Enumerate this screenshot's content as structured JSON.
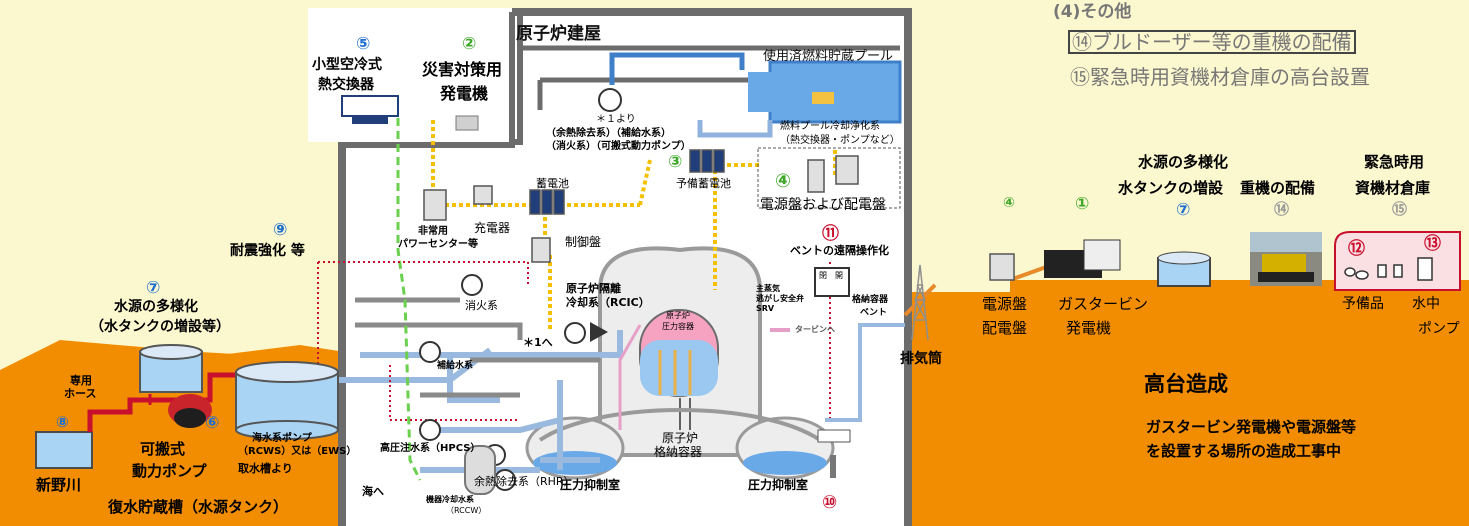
{
  "colors": {
    "ground": "#f28c00",
    "background": "#fbf7ce",
    "building_wall": "#7a7a7a",
    "water": "#aad4f4",
    "pipe": "#9ab9de",
    "yellow_line": "#f5c000",
    "green_line": "#6ad04d",
    "red_line": "#c8102e",
    "warehouse": "#fbe0e3"
  },
  "others": {
    "header": "(4)その他",
    "item14": "⑭ブルドーザー等の重機の配備",
    "item15": "⑮緊急時用資機材倉庫の高台設置"
  },
  "building": {
    "title": "原子炉建屋",
    "spent_fuel_pool": "使用済燃料貯蔵プール"
  },
  "left": {
    "n5": "⑤",
    "air_hx": [
      "小型空冷式",
      "熱交換器"
    ],
    "n2": "②",
    "generator": [
      "災害対策用",
      "発電機"
    ],
    "n9": "⑨",
    "seismic": "耐震強化 等",
    "n7": "⑦",
    "water_div": [
      "水源の多様化",
      "（水タンクの増設等）"
    ],
    "hose": [
      "専用",
      "ホース"
    ],
    "n8": "⑧",
    "river": "新野川",
    "pump": [
      "可搬式",
      "動力ポンプ"
    ],
    "n6": "⑥",
    "condensate": "復水貯蔵槽（水源タンク）"
  },
  "inside": {
    "from1": [
      "＊１より",
      "（余熱除去系）（補給水系）",
      "（消火系）（可搬式動力ポンプ）"
    ],
    "fuel_pool_cleanup": [
      "燃料プール冷却浄化系",
      "（熱交換器・ポンプなど）"
    ],
    "n3": "③",
    "spare_battery": "予備蓄電池",
    "n4": "④",
    "switchgear": "電源盤および配電盤",
    "emergency_bus": [
      "非常用",
      "パワーセンター等"
    ],
    "charger": "充電器",
    "battery": "蓄電池",
    "control_panel": "制御盤",
    "n11": "⑪",
    "vent_remote": "ベントの遠隔操作化",
    "valve_open": "閉",
    "valve_close": "開",
    "main_steam": [
      "主蒸気",
      "逃がし安全弁",
      "SRV"
    ],
    "to_turbine": "タービンへ",
    "containment_vent": [
      "格納容器",
      "ベント"
    ],
    "fire": "消火系",
    "rcic": [
      "原子炉隔離",
      "冷却系（RCIC）"
    ],
    "to_star1": "＊1へ",
    "rpv": [
      "原子炉",
      "圧力容器"
    ],
    "mw": "補給水系",
    "hpcs": "高圧注水系（HPCS）",
    "seawater_pump": [
      "海水系ポンプ",
      "（RCWS）又は（EWS）"
    ],
    "intake": "取水槽より",
    "to_sea": "海へ",
    "rccw": [
      "機器冷却水系",
      "（RCCW）"
    ],
    "rhr": "余熱除去系（RHR）",
    "suppression_l": "圧力抑制室",
    "containment": [
      "原子炉",
      "格納容器"
    ],
    "suppression_r": "圧力抑制室",
    "n10": "⑩",
    "stack": "排気筒"
  },
  "right": {
    "n4": "④",
    "n1": "①",
    "water_div": [
      "水源の多様化",
      "水タンクの増設"
    ],
    "n7": "⑦",
    "heavy": "重機の配備",
    "n14": "⑭",
    "warehouse": [
      "緊急時用",
      "資機材倉庫"
    ],
    "n15": "⑮",
    "n12": "⑫",
    "n13": "⑬",
    "panel": [
      "電源盤",
      "配電盤"
    ],
    "gt": [
      "ガスタービン",
      "発電機"
    ],
    "spare": "予備品",
    "sub_pump": [
      "水中",
      "ポンプ"
    ],
    "highland": "高台造成",
    "highland_desc": [
      "ガスタービン発電機や電源盤等",
      "を設置する場所の造成工事中"
    ]
  }
}
